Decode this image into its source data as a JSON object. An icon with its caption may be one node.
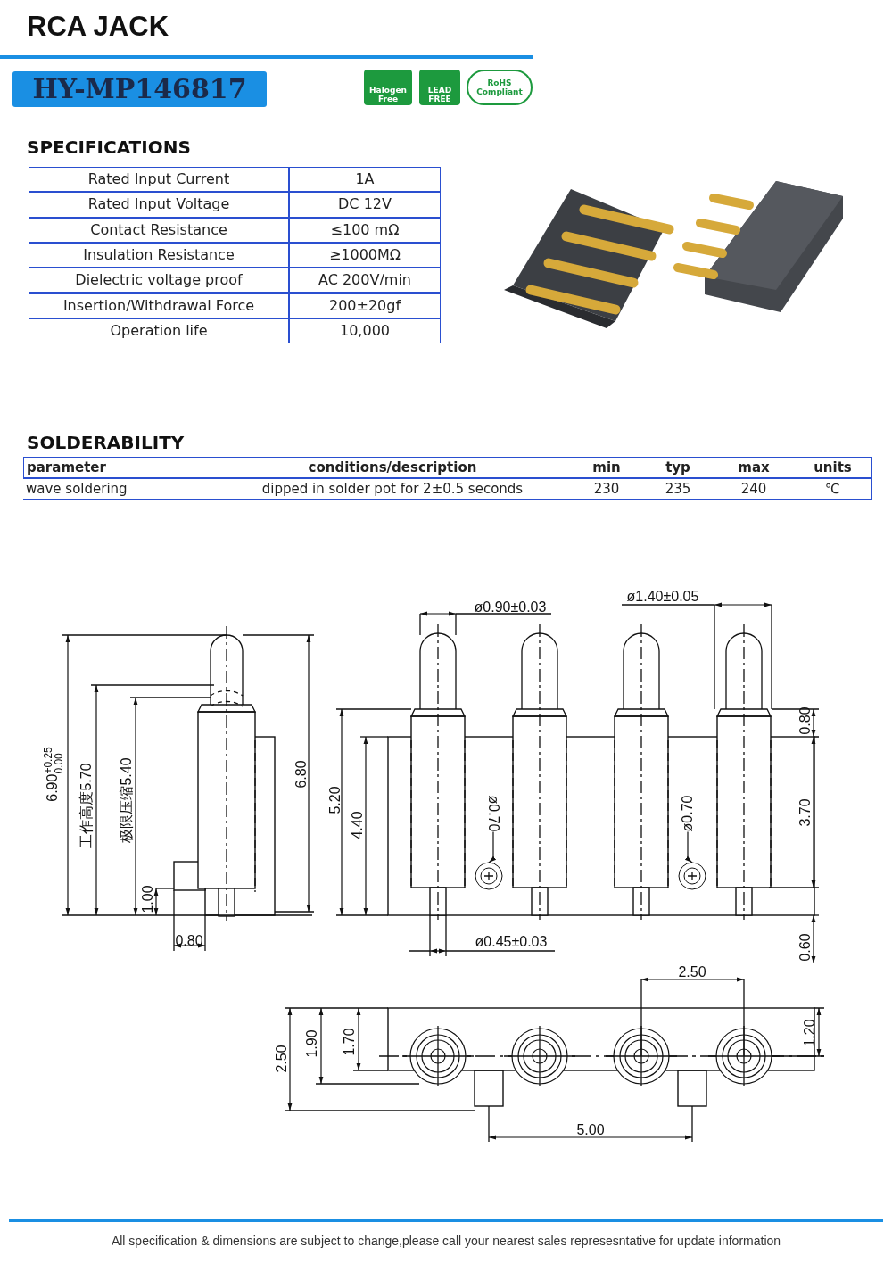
{
  "diagram": {
    "title": "RCA JACK",
    "labels": [
      "HY-MP146817",
      "Halogen Free",
      "LEAD FREE",
      "RoHS Compliant",
      "SPECIFICATIONS",
      "Rated Input Current",
      "1A",
      "Rated Input Voltage",
      "DC  12V",
      "Contact Resistance",
      "≤100 mΩ",
      "Insulation Resistance",
      "≥1000MΩ",
      "Dielectric voltage proof",
      "AC 200V/min",
      "Insertion/Withdrawal Force",
      "200±20gf",
      "Operation life",
      "10,000",
      "SOLDERABILITY",
      "parameter",
      "conditions/description",
      "min",
      "typ",
      "max",
      "units",
      "wave soldering",
      "dipped in solder pot for 2±0.5 seconds",
      "230",
      "235",
      "240",
      "℃",
      "ø0.90±0.03",
      "ø1.40±0.05",
      "6.90$^{+0.25}$$_{0.00}$",
      "工作高度5.70",
      "极限压缩5.40",
      "6.80",
      "1.00",
      "0.80",
      "5.20",
      "4.40",
      "0.80",
      "3.70",
      "0.60",
      "ø0.45±0.03",
      "2.50",
      "2.50",
      "1.90",
      "1.70",
      "1.20",
      "5.00",
      "All specification & dimensions are subject to change,please call your nearest sales represesntative for update information"
    ],
    "nodes": [
      {
        "text": [
          "ø0.70"
        ]
      },
      {
        "text": [],
        "shape": "circle"
      },
      {
        "text": [
          "ø0.70"
        ]
      },
      {
        "text": [],
        "shape": "circle"
      }
    ],
    "edges": [
      {
        "from": 0,
        "to": 1,
        "arrow": "to"
      },
      {
        "from": 2,
        "to": 3,
        "arrow": "to"
      }
    ]
  }
}
